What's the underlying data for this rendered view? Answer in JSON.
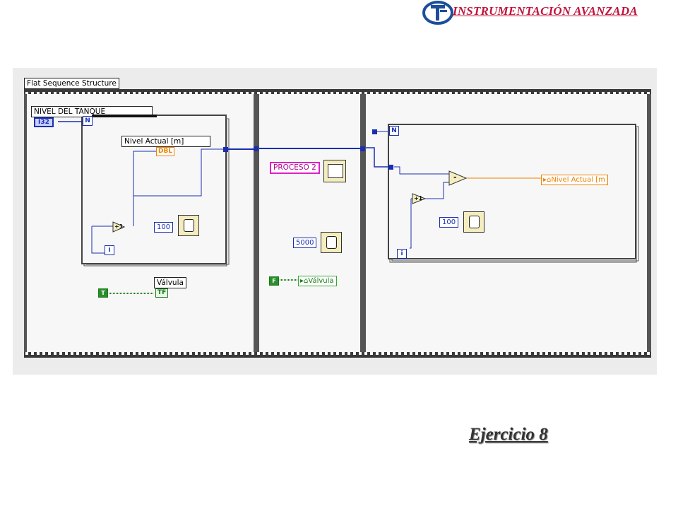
{
  "header": {
    "title": "INSTRUMENTACIÓN AVANZADA",
    "logo_icon": "faculty-logo-icon"
  },
  "diagram": {
    "structure_label": "Flat Sequence Structure",
    "frame1": {
      "array_label": "NIVEL DEL TANQUE",
      "array_type": "I32",
      "indicator_label": "Nivel Actual [m]",
      "indicator_type": "DBL",
      "wait_const": "100",
      "valve_label": "Válvula",
      "valve_type": "TF",
      "bool_const": "T",
      "loop_n": "N",
      "loop_i": "i",
      "increment": "+1"
    },
    "frame2": {
      "string_const": "PROCESO 2",
      "wait_const": "5000",
      "bool_const": "F",
      "valve_local": "Válvula"
    },
    "frame3": {
      "loop_n": "N",
      "loop_i": "i",
      "increment": "+1",
      "subtract": "-",
      "wait_const": "100",
      "level_local": "Nivel Actual [m"
    }
  },
  "footer": {
    "exercise_title": "Ejercicio 8"
  },
  "colors": {
    "header": "#c0143c",
    "wire_int": "#1a2fb0",
    "wire_bool": "#1b7a1b",
    "wire_string": "#e020c8",
    "dbl": "#f08000"
  }
}
